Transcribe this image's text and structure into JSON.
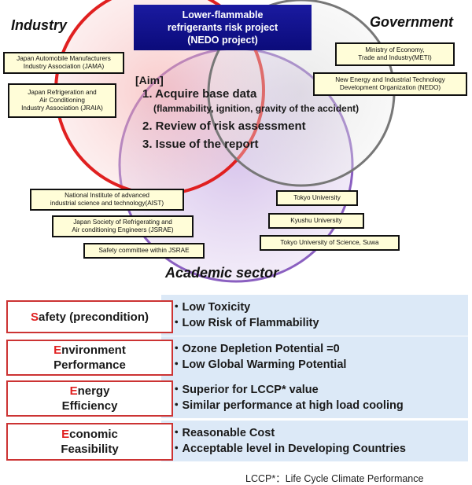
{
  "title": {
    "line1": "Lower-flammable",
    "line2": "refrigerants risk project",
    "line3": "(NEDO project)"
  },
  "sectors": {
    "industry": "Industry",
    "government": "Government",
    "academic": "Academic sector"
  },
  "industry_orgs": {
    "jama": {
      "line1": "Japan Automobile Manufacturers",
      "line2": "Industry Association (JAMA)"
    },
    "jraia": {
      "line1": "Japan Refrigeration and",
      "line2": "Air Conditioning",
      "line3": "Industry Association (JRAIA)"
    }
  },
  "government_orgs": {
    "meti": {
      "line1": "Ministry of Economy,",
      "line2": "Trade and Industry(METI)"
    },
    "nedo": {
      "line1": "New Energy and Industrial Technology",
      "line2": "Development Organization (NEDO)"
    }
  },
  "academic_orgs": {
    "aist": {
      "line1": "National Institute of advanced",
      "line2": "industrial science and technology(AIST)"
    },
    "jsrae": {
      "line1": "Japan Society of Refrigerating and",
      "line2": "Air conditioning Engineers (JSRAE)"
    },
    "committee": "Safety committee within JSRAE",
    "tokyo": "Tokyo University",
    "kyushu": "Kyushu University",
    "suwa": "Tokyo University of Science, Suwa"
  },
  "aim": {
    "label": "[Aim]",
    "item1": "1. Acquire base data",
    "item1_sub": "(flammability, ignition, gravity of the accident)",
    "item2": "2. Review of risk assessment",
    "item3": "3. Issue of the report"
  },
  "criteria": [
    {
      "first": "S",
      "rest_line1": "afety (precondition)",
      "line2": "",
      "bullets": [
        "・Low Toxicity",
        "・Low Risk of Flammability"
      ]
    },
    {
      "first": "E",
      "rest_line1": "nvironment",
      "line2": "Performance",
      "bullets": [
        "・Ozone Depletion Potential =0",
        "・Low Global Warming Potential"
      ]
    },
    {
      "first": "E",
      "rest_line1": "nergy",
      "line2": "Efficiency",
      "bullets": [
        "・Superior for LCCP* value",
        "・Similar performance at high load cooling"
      ]
    },
    {
      "first": "E",
      "rest_line1": "conomic",
      "line2": "Feasibility",
      "bullets": [
        "・Reasonable Cost",
        "・Acceptable level in Developing Countries"
      ]
    }
  ],
  "footnote": "LCCP*：Life Cycle Climate Performance",
  "colors": {
    "industry_circle": "#e02020",
    "government_circle": "#777777",
    "academic_circle": "#8a5fc0",
    "title_box": "#10108a",
    "org_fill": "#fffdd8",
    "criteria_border": "#cc3333",
    "criteria_fill": "#dce9f7"
  }
}
